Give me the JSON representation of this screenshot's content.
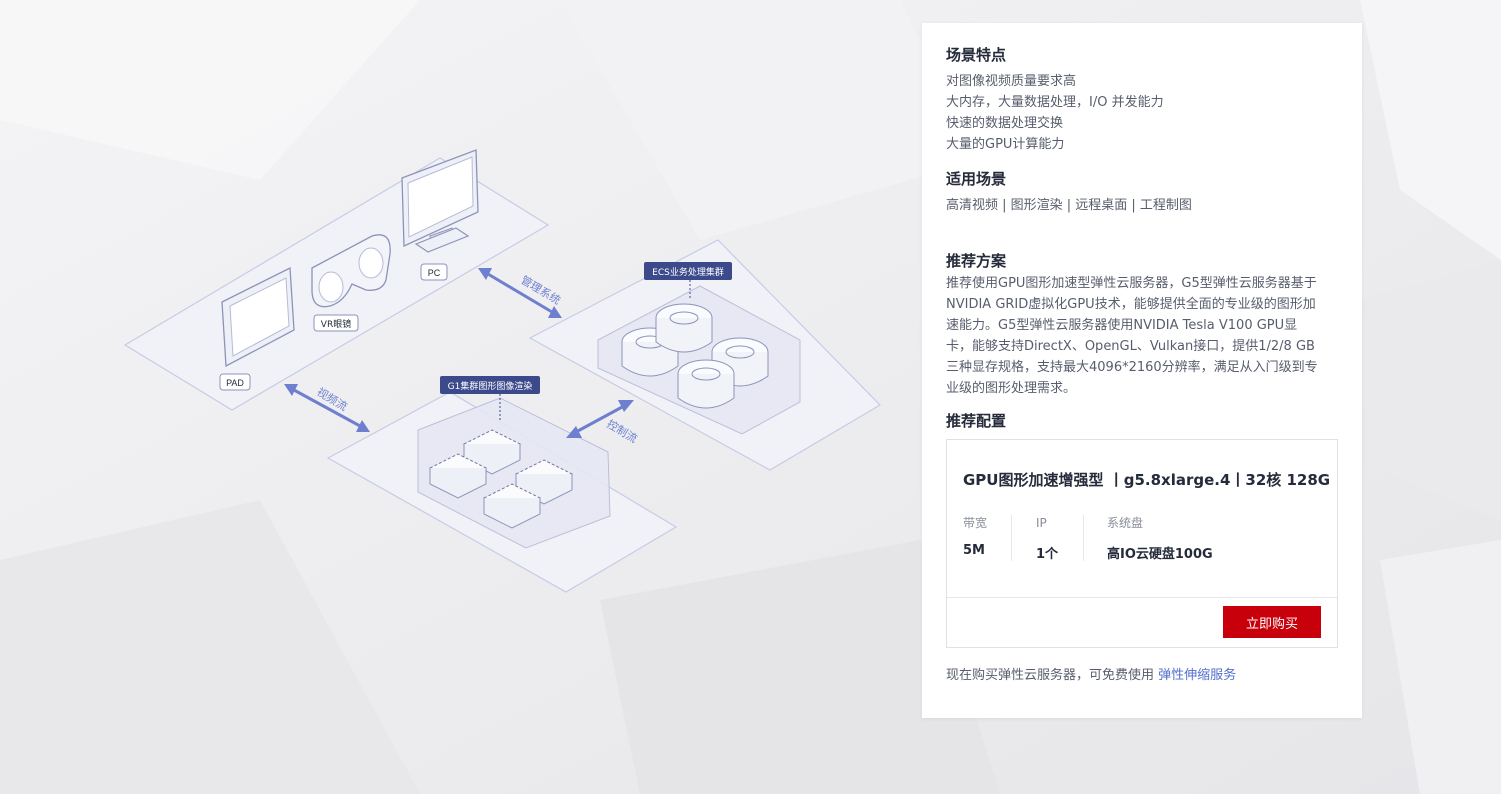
{
  "diagram": {
    "devices": {
      "pc_label": "PC",
      "vr_label": "VR眼镜",
      "pad_label": "PAD"
    },
    "ecs_cluster_label": "ECS业务处理集群",
    "g1_cluster_label": "G1集群图形图像渲染",
    "flows": {
      "management": "管理系统",
      "video": "视频流",
      "control": "控制流"
    }
  },
  "panel": {
    "features": {
      "heading": "场景特点",
      "items": [
        "对图像视频质量要求高",
        "大内存，大量数据处理，I/O 并发能力",
        "快速的数据处理交换",
        "大量的GPU计算能力"
      ]
    },
    "applicable": {
      "heading": "适用场景",
      "text": "高清视频 | 图形渲染 | 远程桌面 | 工程制图"
    },
    "recommend": {
      "heading": "推荐方案",
      "text": "推荐使用GPU图形加速型弹性云服务器，G5型弹性云服务器基于NVIDIA GRID虚拟化GPU技术，能够提供全面的专业级的图形加速能力。G5型弹性云服务器使用NVIDIA Tesla V100 GPU显卡，能够支持DirectX、OpenGL、Vulkan接口，提供1/2/8 GB三种显存规格，支持最大4096*2160分辨率，满足从入门级到专业级的图形处理需求。"
    },
    "config": {
      "heading": "推荐配置",
      "title": "GPU图形加速增强型 丨g5.8xlarge.4丨32核 128G",
      "specs": [
        {
          "key": "带宽",
          "value": "5M"
        },
        {
          "key": "IP",
          "value": "1个"
        },
        {
          "key": "系统盘",
          "value": "高IO云硬盘100G"
        }
      ],
      "buy_label": "立即购买"
    },
    "note": {
      "text": "现在购买弹性云服务器，可免费使用 ",
      "link": "弹性伸缩服务"
    }
  },
  "colors": {
    "accent": "#526ecc",
    "buy_button": "#c7000b",
    "label_bg": "#3c4a8c"
  }
}
